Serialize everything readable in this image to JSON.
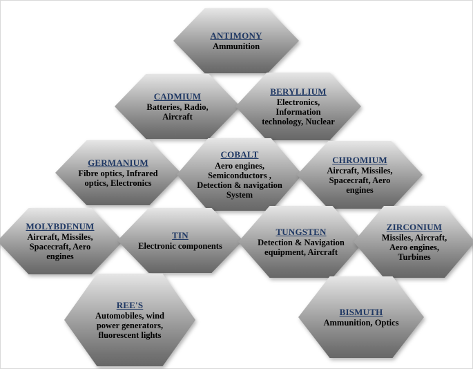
{
  "diagram": {
    "title": "Minerals and their uses hexagon diagram",
    "colors": {
      "mineral_name_text": "#1f3864",
      "uses_text": "#000000",
      "hexagon_gradient_top": "#e6e6e6",
      "hexagon_gradient_bottom": "#676767",
      "background": "#ffffff"
    },
    "hexagons": [
      {
        "name": "ANTIMONY",
        "uses": "Ammunition"
      },
      {
        "name": "CADMIUM",
        "uses": "Batteries, Radio, Aircraft"
      },
      {
        "name": "BERYLLIUM",
        "uses": "Electronics, Information technology, Nuclear"
      },
      {
        "name": "GERMANIUM",
        "uses": "Fibre optics, Infrared optics, Electronics"
      },
      {
        "name": "COBALT",
        "uses": "Aero engines, Semiconductors , Detection & navigation System"
      },
      {
        "name": "CHROMIUM",
        "uses": "Aircraft, Missiles, Spacecraft, Aero engines"
      },
      {
        "name": "MOLYBDENUM",
        "uses": "Aircraft, Missiles, Spacecraft, Aero engines"
      },
      {
        "name": "TIN",
        "uses": "Electronic components"
      },
      {
        "name": "TUNGSTEN",
        "uses": "Detection & Navigation equipment, Aircraft"
      },
      {
        "name": "ZIRCONIUM",
        "uses": "Missiles, Aircraft, Aero engines, Turbines"
      },
      {
        "name": "REE'S",
        "uses": "Automobiles, wind power generators, fluorescent lights"
      },
      {
        "name": "BISMUTH",
        "uses": "Ammunition, Optics"
      }
    ]
  }
}
